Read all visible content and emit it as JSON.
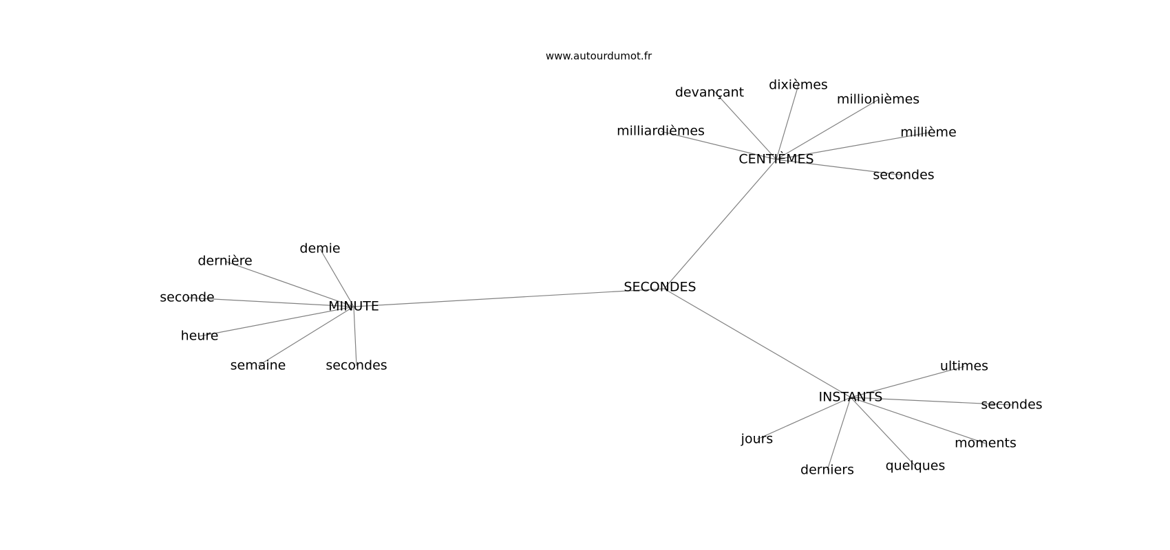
{
  "source": "www.autourdumot.fr",
  "colors": {
    "edge": "#808080",
    "text": "#000000",
    "background": "#ffffff"
  },
  "nodes": [
    {
      "id": "secondes-center",
      "label": "SECONDES"
    },
    {
      "id": "centiemes",
      "label": "CENTIÈMES"
    },
    {
      "id": "minute",
      "label": "MINUTE"
    },
    {
      "id": "instants",
      "label": "INSTANTS"
    },
    {
      "id": "devancant",
      "label": "devançant"
    },
    {
      "id": "dixiemes",
      "label": "dixièmes"
    },
    {
      "id": "millioniemes",
      "label": "millionièmes"
    },
    {
      "id": "milliardiemes",
      "label": "milliardièmes"
    },
    {
      "id": "millieme",
      "label": "millième"
    },
    {
      "id": "secondes-centiemes",
      "label": "secondes"
    },
    {
      "id": "demie",
      "label": "demie"
    },
    {
      "id": "derniere",
      "label": "dernière"
    },
    {
      "id": "seconde",
      "label": "seconde"
    },
    {
      "id": "heure",
      "label": "heure"
    },
    {
      "id": "semaine",
      "label": "semaine"
    },
    {
      "id": "secondes-minute",
      "label": "secondes"
    },
    {
      "id": "ultimes",
      "label": "ultimes"
    },
    {
      "id": "secondes-instants",
      "label": "secondes"
    },
    {
      "id": "moments",
      "label": "moments"
    },
    {
      "id": "jours",
      "label": "jours"
    },
    {
      "id": "derniers",
      "label": "derniers"
    },
    {
      "id": "quelques",
      "label": "quelques"
    }
  ],
  "edges": [
    [
      "secondes-center",
      "centiemes"
    ],
    [
      "secondes-center",
      "minute"
    ],
    [
      "secondes-center",
      "instants"
    ],
    [
      "centiemes",
      "devancant"
    ],
    [
      "centiemes",
      "dixiemes"
    ],
    [
      "centiemes",
      "millioniemes"
    ],
    [
      "centiemes",
      "milliardiemes"
    ],
    [
      "centiemes",
      "millieme"
    ],
    [
      "centiemes",
      "secondes-centiemes"
    ],
    [
      "minute",
      "demie"
    ],
    [
      "minute",
      "derniere"
    ],
    [
      "minute",
      "seconde"
    ],
    [
      "minute",
      "heure"
    ],
    [
      "minute",
      "semaine"
    ],
    [
      "minute",
      "secondes-minute"
    ],
    [
      "instants",
      "ultimes"
    ],
    [
      "instants",
      "secondes-instants"
    ],
    [
      "instants",
      "moments"
    ],
    [
      "instants",
      "jours"
    ],
    [
      "instants",
      "derniers"
    ],
    [
      "instants",
      "quelques"
    ]
  ]
}
